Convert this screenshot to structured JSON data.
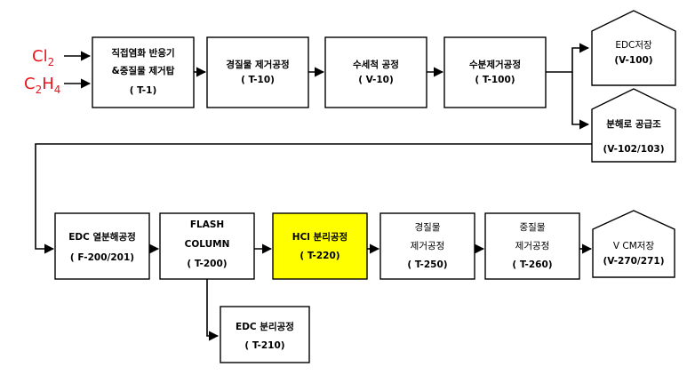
{
  "inputs": {
    "chlorine": "Cl",
    "chlorine_sub": "2",
    "ethylene": "C",
    "ethylene_sub1": "2",
    "ethylene_mid": "H",
    "ethylene_sub2": "4"
  },
  "colors": {
    "input_text": "#e8141c",
    "highlight": "#ffff00"
  },
  "units": {
    "t1": {
      "lines": [
        "직접염화 반응기",
        "&중질물 제거탑",
        "( T-1)"
      ]
    },
    "t10": {
      "lines": [
        "경질물 제거공정",
        "( T-10)"
      ]
    },
    "v10": {
      "lines": [
        "수세척 공정",
        "( V-10)"
      ]
    },
    "t100": {
      "lines": [
        "수분제거공정",
        "( T-100)"
      ]
    },
    "v100": {
      "lines": [
        "EDC저장",
        "(V-100)"
      ]
    },
    "v102": {
      "lines": [
        "분해로 공급조",
        "(V-102/103)"
      ]
    },
    "f200": {
      "lines": [
        "EDC 열분해공정",
        "( F-200/201)"
      ]
    },
    "t200": {
      "lines": [
        "FLASH",
        "COLUMN",
        "( T-200)"
      ]
    },
    "t220": {
      "lines": [
        "HCl 분리공정",
        "( T-220)"
      ]
    },
    "t250": {
      "lines": [
        "경질물",
        "제거공정",
        "( T-250)"
      ]
    },
    "t260": {
      "lines": [
        "중질물",
        "제거공정",
        "( T-260)"
      ]
    },
    "v270": {
      "lines": [
        "V CM저장",
        "(V-270/271)"
      ]
    },
    "t210": {
      "lines": [
        "EDC  분리공정",
        "( T-210)"
      ]
    }
  }
}
